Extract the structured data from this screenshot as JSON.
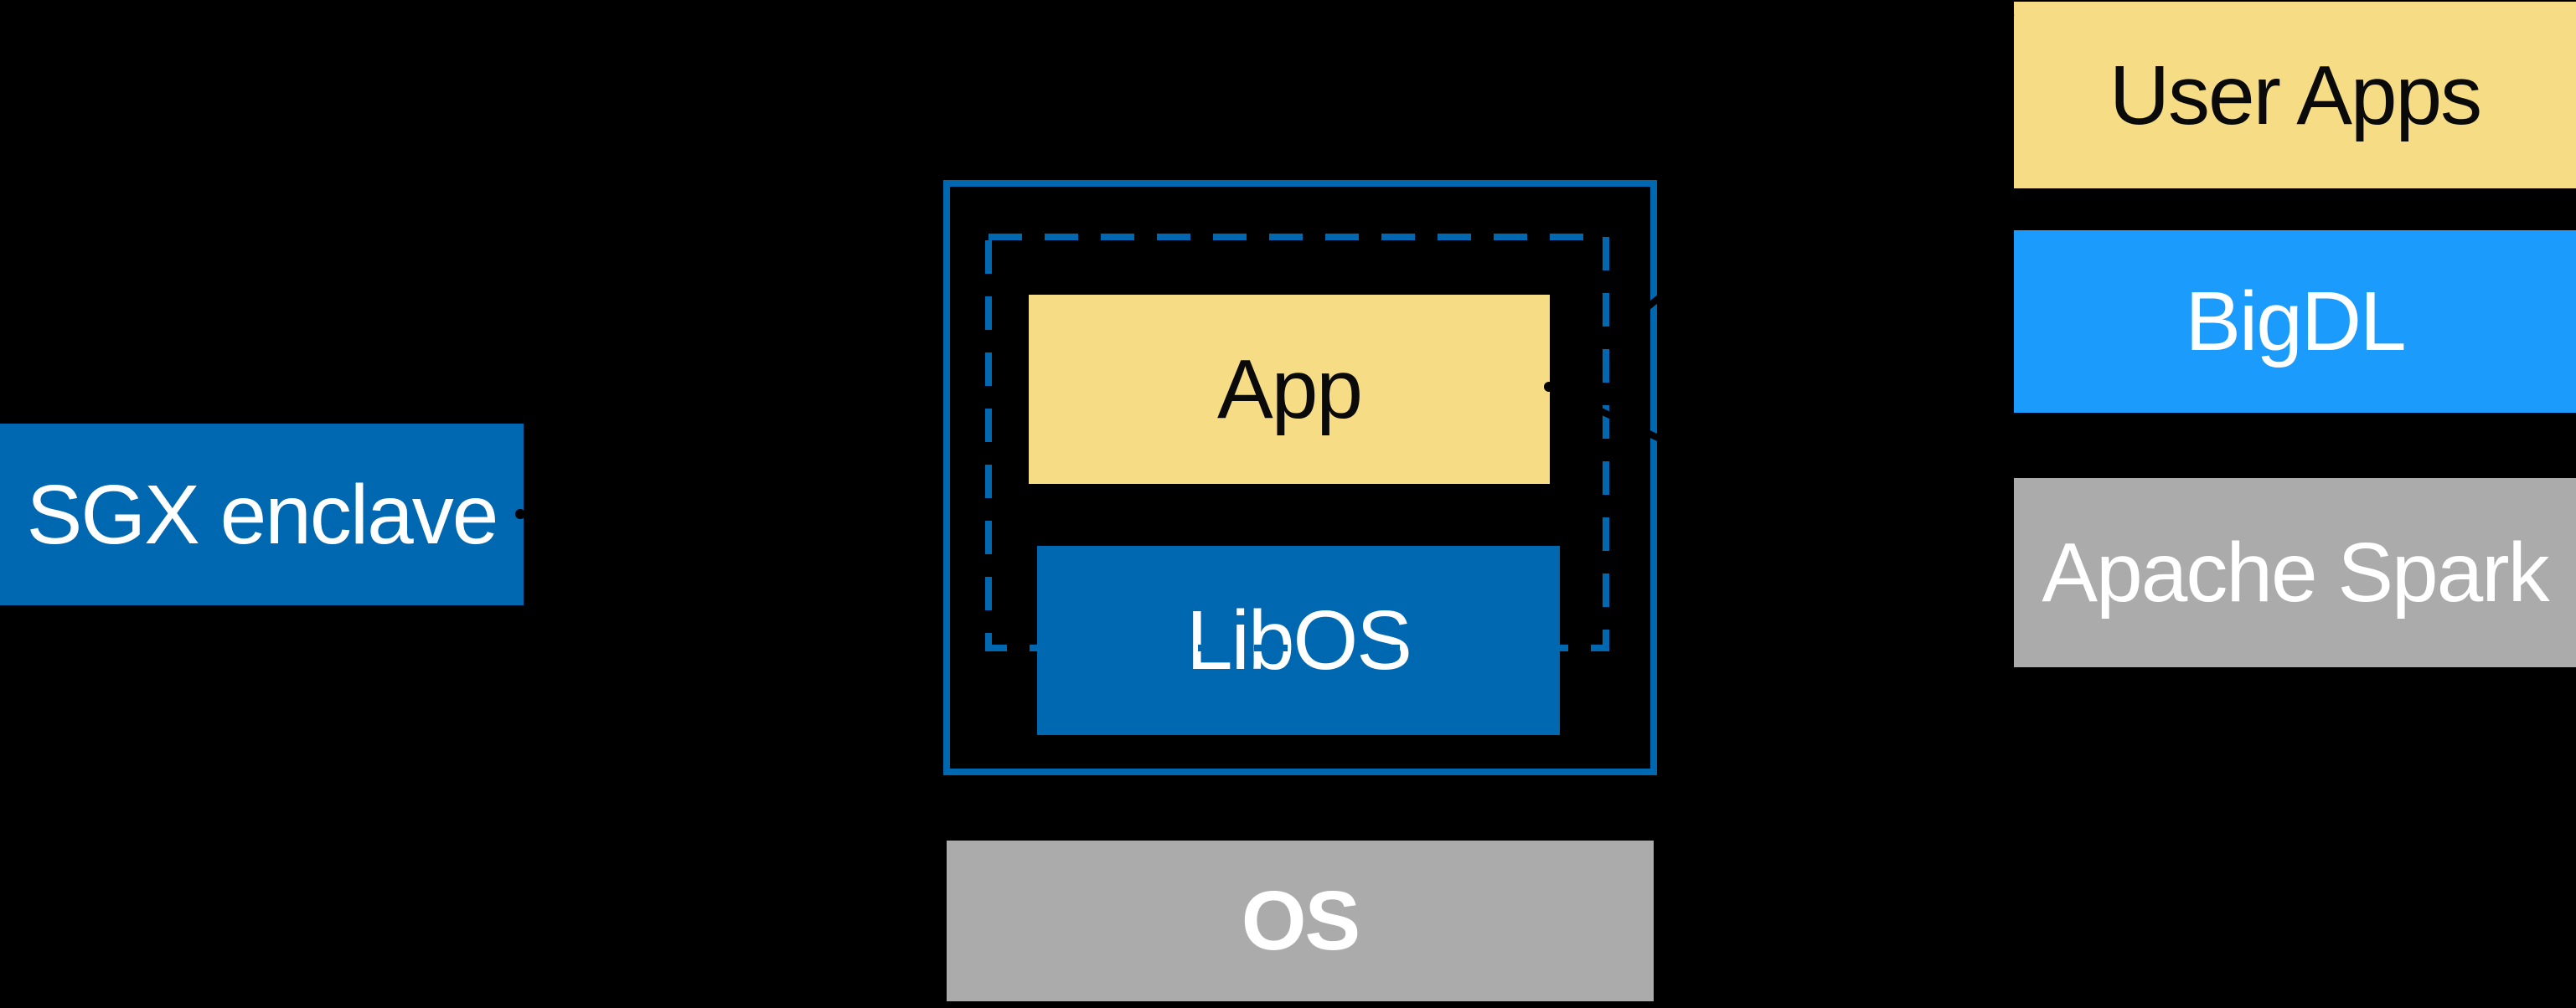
{
  "colors": {
    "background": "#000000",
    "intel_blue": "#0068B1",
    "bright_blue": "#1B9BFC",
    "yellow": "#F5DC85",
    "gray": "#ABABAB",
    "text_dark": "#0A0A0A",
    "text_light": "#FFFFFF",
    "connector_black": "#000000"
  },
  "sgx_label": {
    "text": "SGX enclave"
  },
  "center_stack": {
    "app": {
      "label": "App"
    },
    "libos": {
      "label": "LibOS"
    },
    "os": {
      "label": "OS"
    }
  },
  "right_stack": {
    "items": [
      {
        "label": "User Apps"
      },
      {
        "label": "BigDL"
      },
      {
        "label": "Apache Spark"
      }
    ]
  }
}
